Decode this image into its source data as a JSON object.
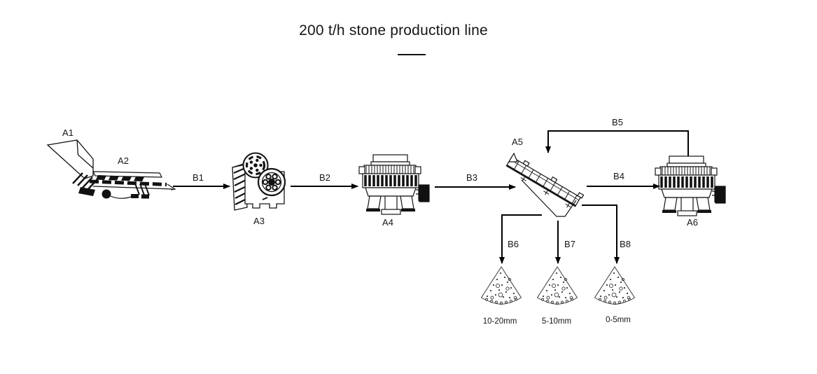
{
  "title": "200 t/h stone production line",
  "colors": {
    "ink": "#111111",
    "background": "#ffffff"
  },
  "stations": [
    {
      "label": "A1",
      "icon": "hopper-icon"
    },
    {
      "label": "A2",
      "icon": "vibrating-feeder-icon"
    },
    {
      "label": "A3",
      "icon": "jaw-crusher-icon"
    },
    {
      "label": "A4",
      "icon": "cone-crusher-icon"
    },
    {
      "label": "A5",
      "icon": "vibrating-screen-icon"
    },
    {
      "label": "A6",
      "icon": "cone-crusher-icon"
    }
  ],
  "flows": [
    {
      "label": "B1",
      "from": "A2",
      "to": "A3"
    },
    {
      "label": "B2",
      "from": "A3",
      "to": "A4"
    },
    {
      "label": "B3",
      "from": "A4",
      "to": "A5"
    },
    {
      "label": "B4",
      "from": "A5",
      "to": "A6"
    },
    {
      "label": "B5",
      "from": "A6",
      "to": "A5"
    },
    {
      "label": "B6",
      "from": "A5",
      "to": "pile-1"
    },
    {
      "label": "B7",
      "from": "A5",
      "to": "pile-2"
    },
    {
      "label": "B8",
      "from": "A5",
      "to": "pile-3"
    }
  ],
  "outputs": [
    {
      "label": "10-20mm",
      "icon": "stone-pile-icon"
    },
    {
      "label": "5-10mm",
      "icon": "stone-pile-icon"
    },
    {
      "label": "0-5mm",
      "icon": "stone-pile-icon"
    }
  ]
}
